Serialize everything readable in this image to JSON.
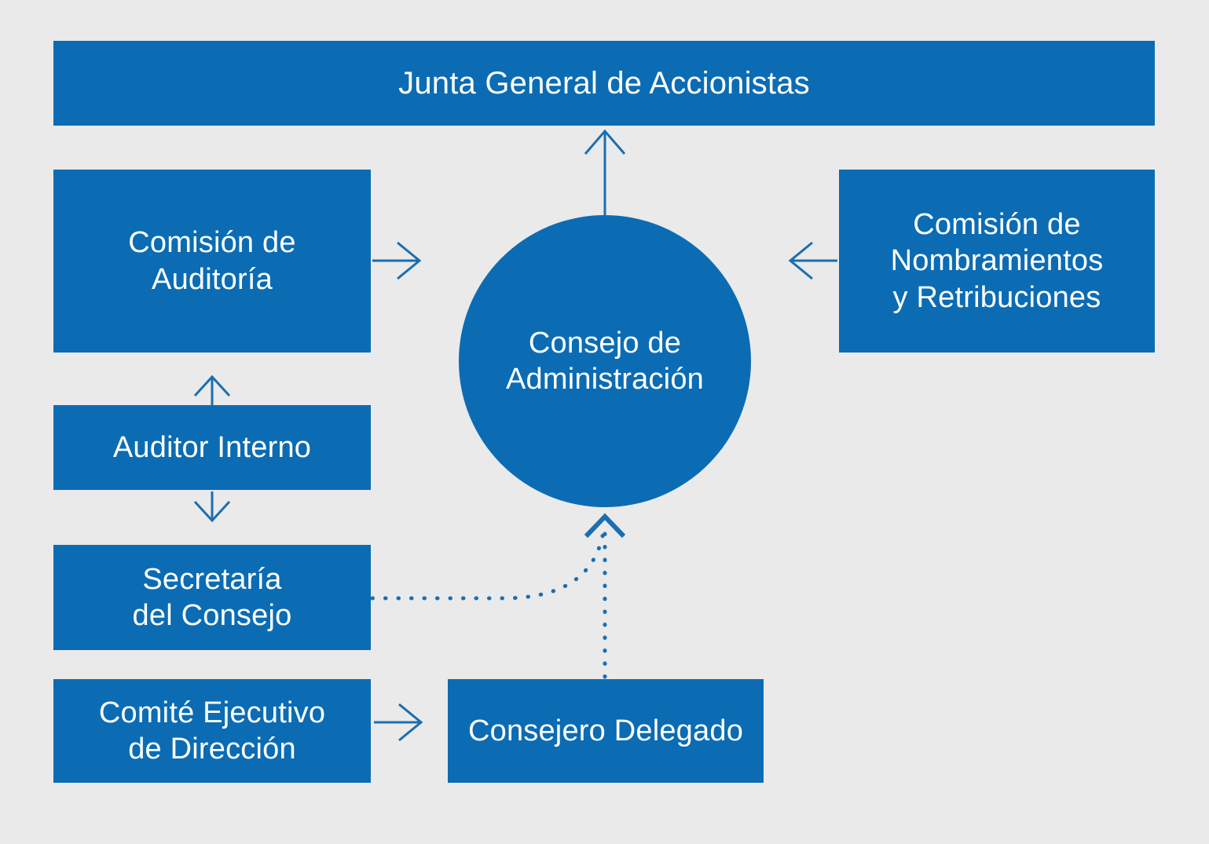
{
  "diagram": {
    "title_text": "Junta General de Accionistas",
    "background_color": "#eaeaea",
    "node_color": "#0b6cb4",
    "edge_color": "#1b6eb0",
    "text_color": "#ffffff",
    "nodes": {
      "junta": {
        "label": "Junta General de Accionistas",
        "shape": "rectangle"
      },
      "consejo": {
        "label": "Consejo de\nAdministración",
        "shape": "circle"
      },
      "auditoria": {
        "label": "Comisión de\nAuditoría",
        "shape": "rectangle"
      },
      "nombramientos": {
        "label": "Comisión de\nNombramientos\ny Retribuciones",
        "shape": "rectangle"
      },
      "auditor_interno": {
        "label": "Auditor Interno",
        "shape": "rectangle"
      },
      "secretaria": {
        "label": "Secretaría\ndel Consejo",
        "shape": "rectangle"
      },
      "comite_ejecutivo": {
        "label": "Comité Ejecutivo\nde Dirección",
        "shape": "rectangle"
      },
      "consejero_delegado": {
        "label": "Consejero Delegado",
        "shape": "rectangle"
      }
    },
    "edges": [
      {
        "from": "consejo",
        "to": "junta",
        "style": "solid",
        "direction": "up"
      },
      {
        "from": "auditoria",
        "to": "consejo",
        "style": "solid",
        "direction": "right"
      },
      {
        "from": "nombramientos",
        "to": "consejo",
        "style": "solid",
        "direction": "left"
      },
      {
        "from": "auditor_interno",
        "to": "auditoria",
        "style": "solid",
        "direction": "up"
      },
      {
        "from": "auditor_interno",
        "to": "secretaria",
        "style": "solid",
        "direction": "down"
      },
      {
        "from": "comite_ejecutivo",
        "to": "consejero_delegado",
        "style": "solid",
        "direction": "right"
      },
      {
        "from": "secretaria",
        "to": "consejo",
        "style": "dotted",
        "direction": "up"
      },
      {
        "from": "consejero_delegado",
        "to": "consejo",
        "style": "dotted",
        "direction": "up"
      }
    ]
  }
}
